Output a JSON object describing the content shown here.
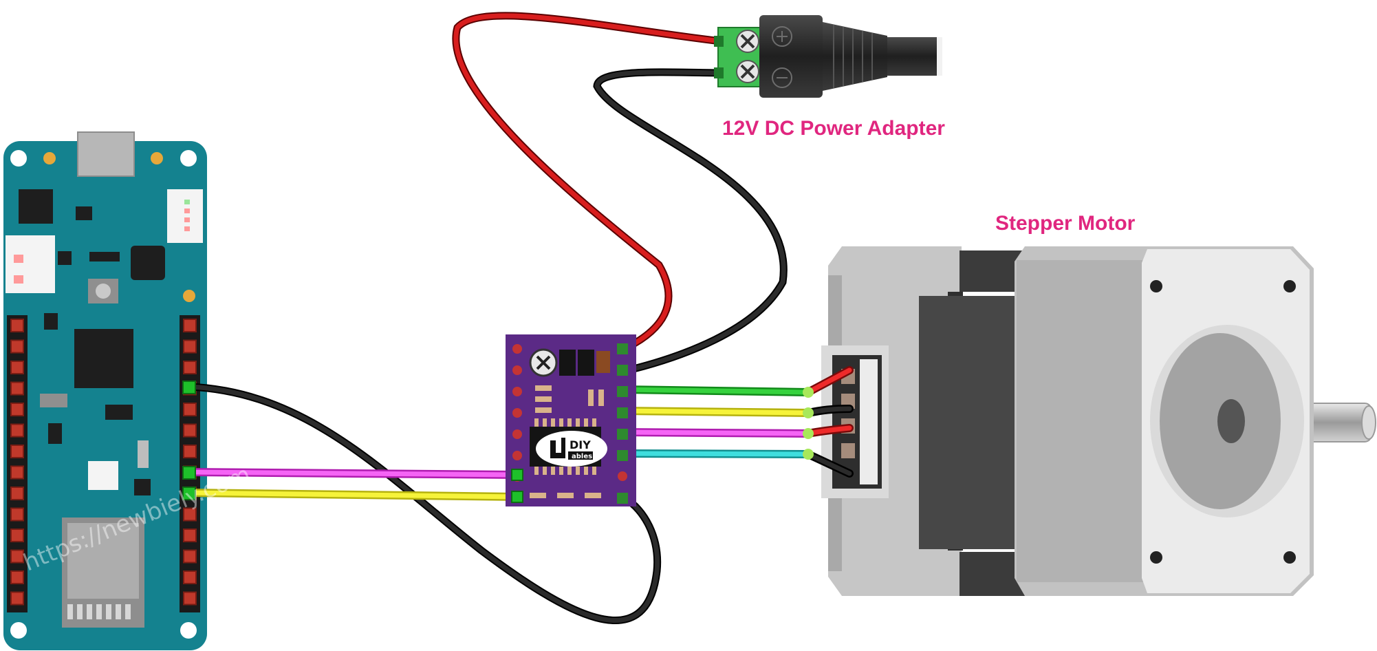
{
  "labels": {
    "power_adapter": "12V DC Power Adapter",
    "stepper_motor": "Stepper Motor"
  },
  "watermark": "https://newbiely.com",
  "driver_logo": {
    "line1": "DIY",
    "line2": "ables"
  },
  "colors": {
    "label": "#e0267f",
    "board": "#14828f",
    "driver": "#5b2a86",
    "wire_red": "#d81e1e",
    "wire_black": "#222222",
    "wire_green": "#1ec02a",
    "wire_yellow": "#f1ee1a",
    "wire_magenta": "#f03cf0",
    "wire_cyan": "#21c9c9",
    "motor_body": "#bcbcbc",
    "motor_core": "#474747"
  },
  "icons": {
    "power_plus": "plus-icon",
    "power_minus": "minus-icon"
  }
}
